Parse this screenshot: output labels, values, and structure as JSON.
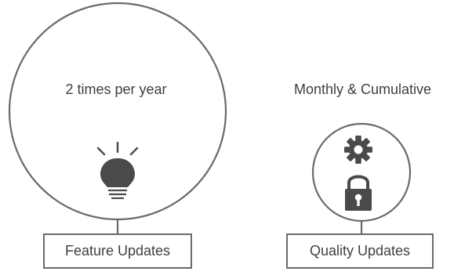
{
  "left": {
    "caption": "2 times per year",
    "label": "Feature Updates",
    "icon": "lightbulb-icon"
  },
  "right": {
    "caption": "Monthly & Cumulative",
    "label": "Quality Updates",
    "icons": [
      "gear-icon",
      "lock-icon"
    ]
  },
  "colors": {
    "stroke": "#6a6a6a",
    "icon_fill": "#4a4a4a",
    "text": "#3f3f3f",
    "background": "#ffffff"
  }
}
